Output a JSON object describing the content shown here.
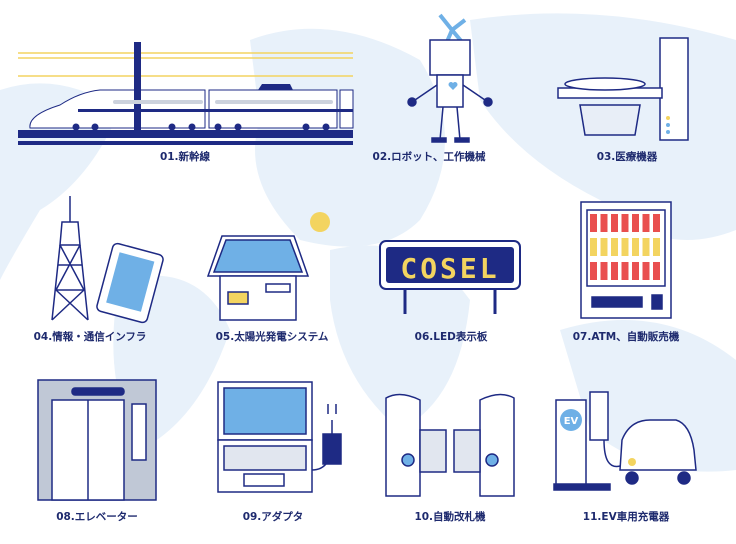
{
  "colors": {
    "navy": "#1e2a84",
    "yellow": "#f3d460",
    "sky": "#6fb0e6",
    "map": "#e8f1fa"
  },
  "items": [
    {
      "label": "01.新幹線",
      "icon": "bullet-train"
    },
    {
      "label": "02.ロボット、工作機械",
      "icon": "robot"
    },
    {
      "label": "03.医療機器",
      "icon": "medical-scanner"
    },
    {
      "label": "04.情報・通信インフラ",
      "icon": "tower-tablet"
    },
    {
      "label": "05.太陽光発電システム",
      "icon": "solar-house"
    },
    {
      "label": "06.LED表示板",
      "icon": "led-board"
    },
    {
      "label": "07.ATM、自動販売機",
      "icon": "vending-machine"
    },
    {
      "label": "08.エレベーター",
      "icon": "elevator"
    },
    {
      "label": "09.アダプタ",
      "icon": "laptop-adapter"
    },
    {
      "label": "10.自動改札機",
      "icon": "ticket-gate"
    },
    {
      "label": "11.EV車用充電器",
      "icon": "ev-charger"
    }
  ],
  "led_text": "COSEL",
  "ev_badge": "EV"
}
